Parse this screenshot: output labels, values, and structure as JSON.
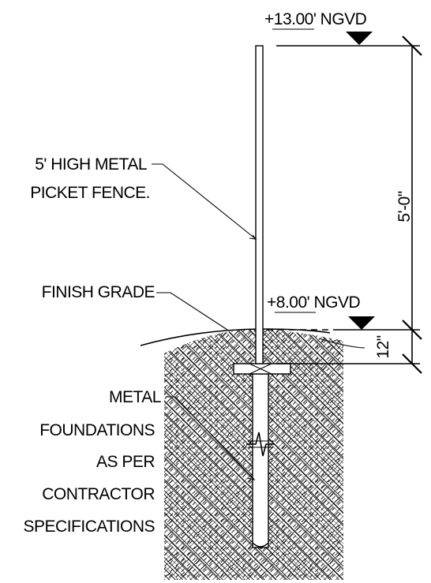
{
  "elevations": {
    "top": "+13.00' NGVD",
    "grade": "+8.00' NGVD"
  },
  "dimensions": {
    "fence_height": "5'-0\"",
    "embed_depth": "12\""
  },
  "notes": {
    "fence": [
      "5' HIGH METAL",
      "PICKET FENCE."
    ],
    "grade": "FINISH GRADE",
    "foundation": [
      "METAL",
      "FOUNDATIONS",
      "AS PER",
      "CONTRACTOR",
      "SPECIFICATIONS"
    ]
  }
}
